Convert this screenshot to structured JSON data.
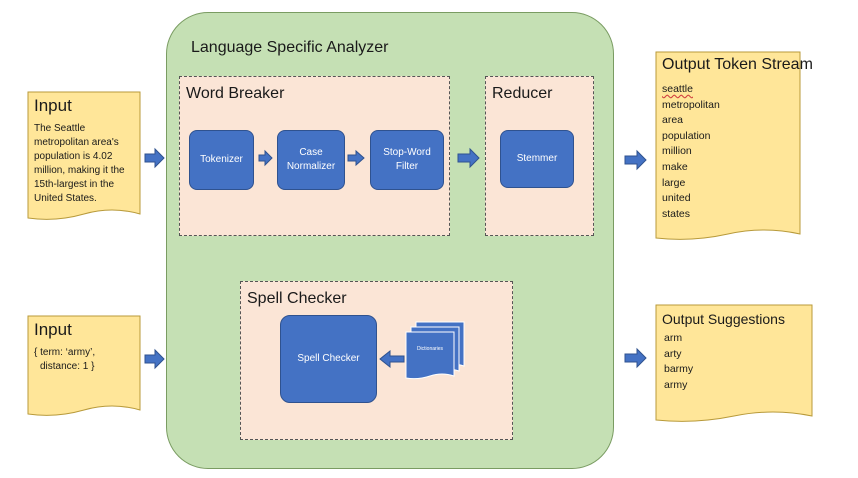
{
  "analyzer": {
    "title": "Language Specific Analyzer"
  },
  "input_text": {
    "title": "Input",
    "body": "The Seattle metropolitan area's population is 4.02 million, making it the 15th-largest in the United States."
  },
  "input_query": {
    "title": "Input",
    "line1": "{ term: ‘army’,",
    "line2": "distance: 1 }"
  },
  "word_breaker": {
    "title": "Word Breaker",
    "tokenizer": "Tokenizer",
    "case_normalizer": "Case Normalizer",
    "stop_word_filter": "Stop-Word Filter"
  },
  "reducer": {
    "title": "Reducer",
    "stemmer": "Stemmer"
  },
  "spell_checker": {
    "title": "Spell Checker",
    "component": "Spell Checker",
    "dictionaries": "Dictionaries"
  },
  "output_tokens": {
    "title": "Output Token Stream",
    "tokens": [
      "seattle",
      "metropolitan",
      "area",
      "population",
      "million",
      "make",
      "large",
      "united",
      "states"
    ]
  },
  "output_suggestions": {
    "title": "Output Suggestions",
    "items": [
      "arm",
      "arty",
      "barmy",
      "army"
    ]
  },
  "colors": {
    "analyzer_fill": "#c5e0b4",
    "region_fill": "#fbe5d6",
    "component_fill": "#4472c4",
    "document_fill": "#ffe699"
  }
}
